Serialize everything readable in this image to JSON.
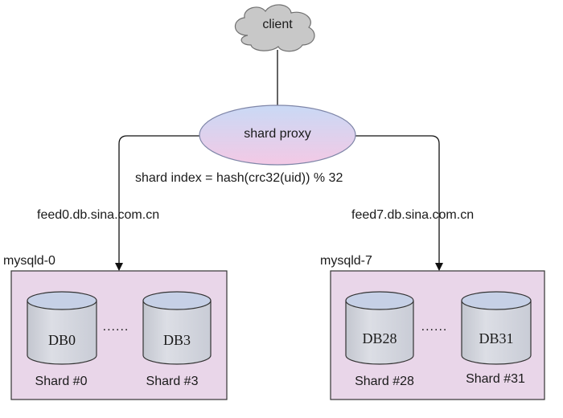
{
  "client": "client",
  "proxy": "shard proxy",
  "formula": "shard index = hash(crc32(uid)) % 32",
  "left": {
    "host": "feed0.db.sina.com.cn",
    "server": "mysqld-0",
    "dbs": [
      {
        "name": "DB0",
        "shard": "Shard #0"
      },
      {
        "name": "DB3",
        "shard": "Shard #3"
      }
    ],
    "ellipsis": "......"
  },
  "right": {
    "host": "feed7.db.sina.com.cn",
    "server": "mysqld-7",
    "dbs": [
      {
        "name": "DB28",
        "shard": "Shard #28"
      },
      {
        "name": "DB31",
        "shard": "Shard #31"
      }
    ],
    "ellipsis": "......"
  },
  "colors": {
    "cloud": "#c8c8c8",
    "proxy_top": "#c8d8f4",
    "proxy_bottom": "#f2c8e4",
    "server_box": "#e9d6e9",
    "db_top": "#c6d0e6",
    "db_body": "#d2d5dd"
  }
}
